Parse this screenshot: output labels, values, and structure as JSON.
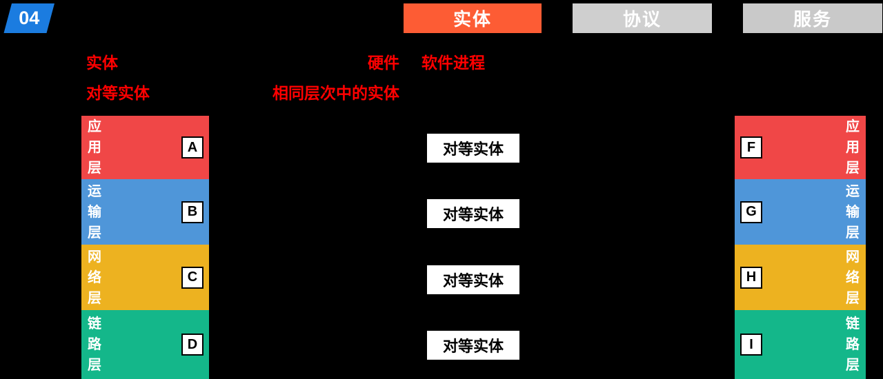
{
  "badge": {
    "number": "04"
  },
  "tabs": [
    {
      "label": "实体",
      "active": true
    },
    {
      "label": "协议",
      "active": false
    },
    {
      "label": "服务",
      "active": false
    }
  ],
  "notes": {
    "line1": {
      "term": "实体",
      "kw1": "硬件",
      "kw2": "软件进程"
    },
    "line2": {
      "term": "对等实体",
      "kw1": "相同层次中的实体"
    }
  },
  "stacks": {
    "left": {
      "layers": [
        {
          "name": "应用层",
          "letter": "A"
        },
        {
          "name": "运输层",
          "letter": "B"
        },
        {
          "name": "网络层",
          "letter": "C"
        },
        {
          "name": "链路层",
          "letter": "D"
        }
      ]
    },
    "right": {
      "layers": [
        {
          "name": "应用层",
          "letter": "F"
        },
        {
          "name": "运输层",
          "letter": "G"
        },
        {
          "name": "网络层",
          "letter": "H"
        },
        {
          "name": "链路层",
          "letter": "I"
        }
      ]
    }
  },
  "peer_labels": [
    "对等实体",
    "对等实体",
    "对等实体",
    "对等实体"
  ],
  "colors": {
    "background": "#000000",
    "badge_blue": "#1b7ce0",
    "tab_active_orange": "#fd5c34",
    "tab_inactive_gray": "#cfcfcf",
    "accent_red_text": "#ff0000",
    "layer_application_red": "#f04747",
    "layer_transport_blue": "#4f96d9",
    "layer_network_yellow": "#edb220",
    "layer_link_green": "#14b78a"
  }
}
